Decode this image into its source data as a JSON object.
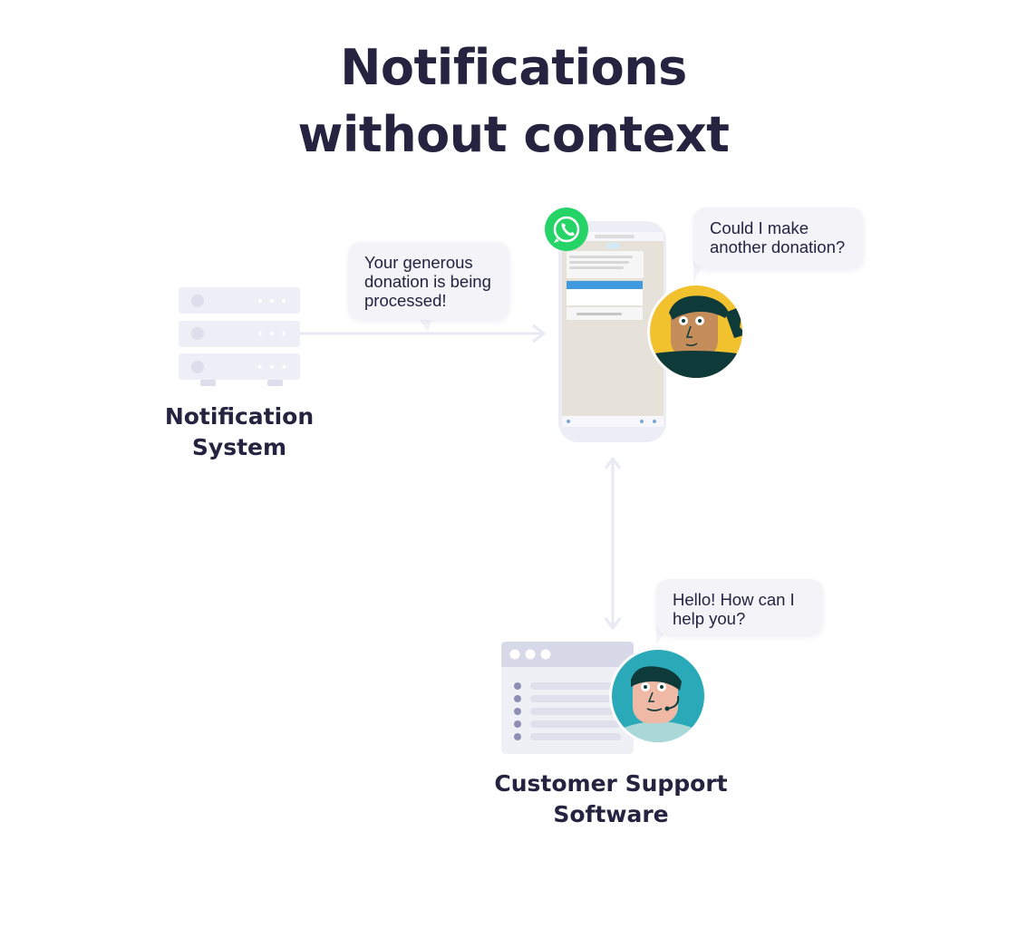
{
  "title": {
    "line1": "Notifications",
    "line2": "without context"
  },
  "nodes": {
    "notification_system": {
      "line1": "Notification",
      "line2": "System"
    },
    "customer_support": {
      "line1": "Customer Support",
      "line2": "Software"
    }
  },
  "bubbles": {
    "system_message": {
      "line1": "Your generous",
      "line2": "donation is being",
      "line3": "processed!"
    },
    "customer_message": {
      "line1": "Could I make",
      "line2": "another donation?"
    },
    "agent_message": {
      "line1": "Hello! How can I",
      "line2": "help you?"
    }
  },
  "icons": {
    "server": "server-icon",
    "phone": "phone-icon",
    "whatsapp": "whatsapp-icon",
    "customer": "customer-avatar",
    "agent": "agent-avatar",
    "software": "software-window-icon"
  },
  "colors": {
    "text": "#25233f",
    "light": "#e3e4ef",
    "whatsapp": "#25d366",
    "customer_bg": "#f2c12e",
    "agent_bg": "#2aa9b9"
  }
}
